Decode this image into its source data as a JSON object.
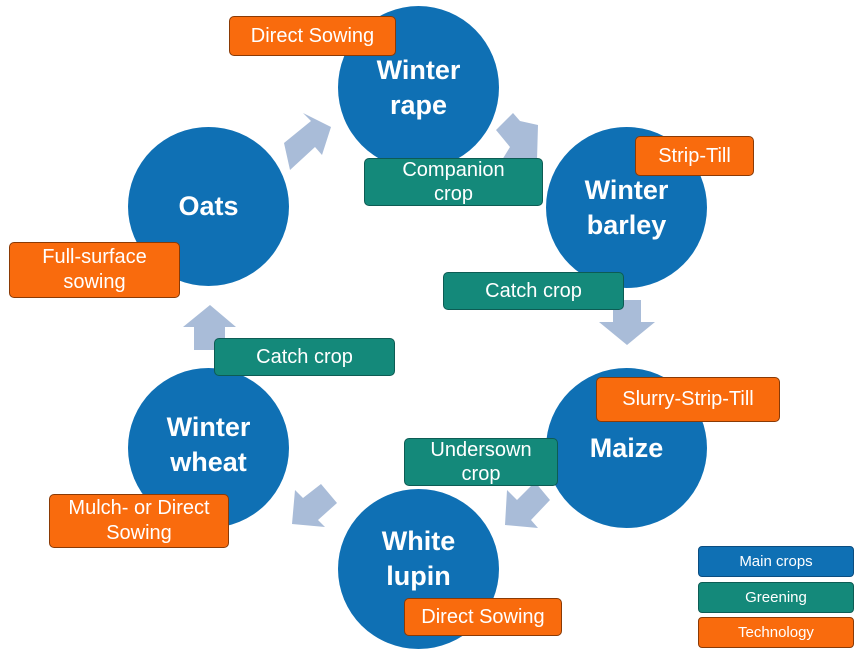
{
  "colors": {
    "main_crop": "#0f70b4",
    "greening": "#14897a",
    "technology": "#f96b0d",
    "arrow": "#a9bcd8"
  },
  "crops": {
    "winter_rape": "Winter\nrape",
    "winter_barley": "Winter\nbarley",
    "maize": "Maize",
    "white_lupin": "White\nlupin",
    "winter_wheat": "Winter\nwheat",
    "oats": "Oats"
  },
  "greening": {
    "companion_crop": "Companion\ncrop",
    "catch_crop_1": "Catch crop",
    "catch_crop_2": "Catch crop",
    "undersown_crop": "Undersown\ncrop"
  },
  "technology": {
    "direct_sowing_1": "Direct Sowing",
    "strip_till": "Strip-Till",
    "full_surface_sowing": "Full-surface\nsowing",
    "slurry_strip_till": "Slurry-Strip-Till",
    "mulch_or_direct_sowing": "Mulch- or Direct\nSowing",
    "direct_sowing_2": "Direct Sowing"
  },
  "legend": {
    "main_crops": "Main crops",
    "greening": "Greening",
    "technology": "Technology"
  }
}
